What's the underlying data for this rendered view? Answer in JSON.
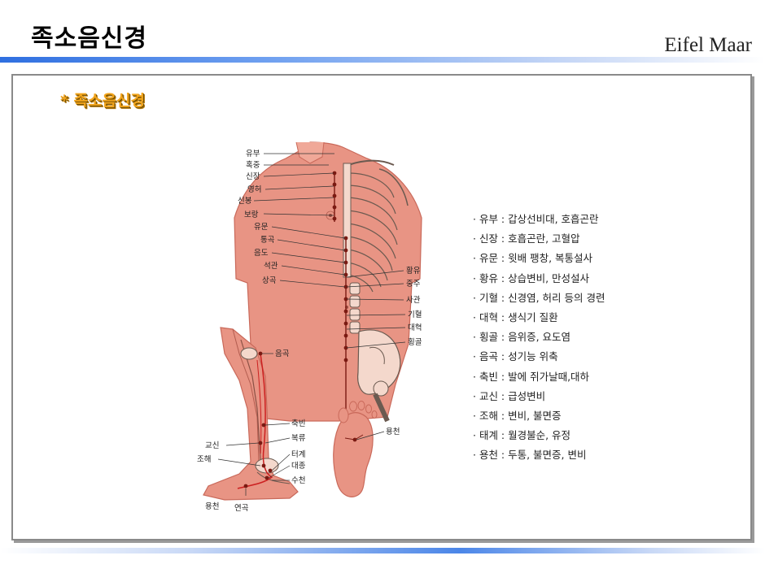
{
  "slide": {
    "title": "족소음신경",
    "brand": "Eifel Maar"
  },
  "panel": {
    "heading": "* 족소음신경"
  },
  "figure": {
    "torso_labels_left": [
      "유부",
      "혹중",
      "신장",
      "영허",
      "신봉",
      "보랑",
      "유문",
      "통곡",
      "음도",
      "석관",
      "상곡"
    ],
    "torso_labels_right": [
      "황유",
      "중주",
      "사관",
      "기혈",
      "대혁",
      "횡골"
    ],
    "leg_labels": [
      "음곡",
      "축빈",
      "교신",
      "복류",
      "조해",
      "터계",
      "대종",
      "수천",
      "용천",
      "연곡"
    ],
    "foot_label": "용천"
  },
  "points": [
    "· 유부 : 갑상선비대, 호흡곤란",
    "· 신장 : 호흡곤란, 고혈압",
    "· 유문 : 윗배 팽창, 복통설사",
    "· 황유 : 상습변비, 만성설사",
    "· 기혈 : 신경염, 허리 등의 경련",
    "· 대혁 : 생식기 질환",
    "· 횡골 : 음위증, 요도염",
    "· 음곡 : 성기능 위축",
    "· 축빈 : 발에 쥐가날때,대하",
    "· 교신 : 급성변비",
    "· 조해 : 변비, 불면증",
    "· 태계 : 월경불순, 유정",
    "· 용천 : 두통, 불면증, 변비"
  ],
  "colors": {
    "skin": "#e89484",
    "skin_dark": "#c9695a",
    "heading": "#f3a51c",
    "meridian_dot": "#7a1a12"
  }
}
